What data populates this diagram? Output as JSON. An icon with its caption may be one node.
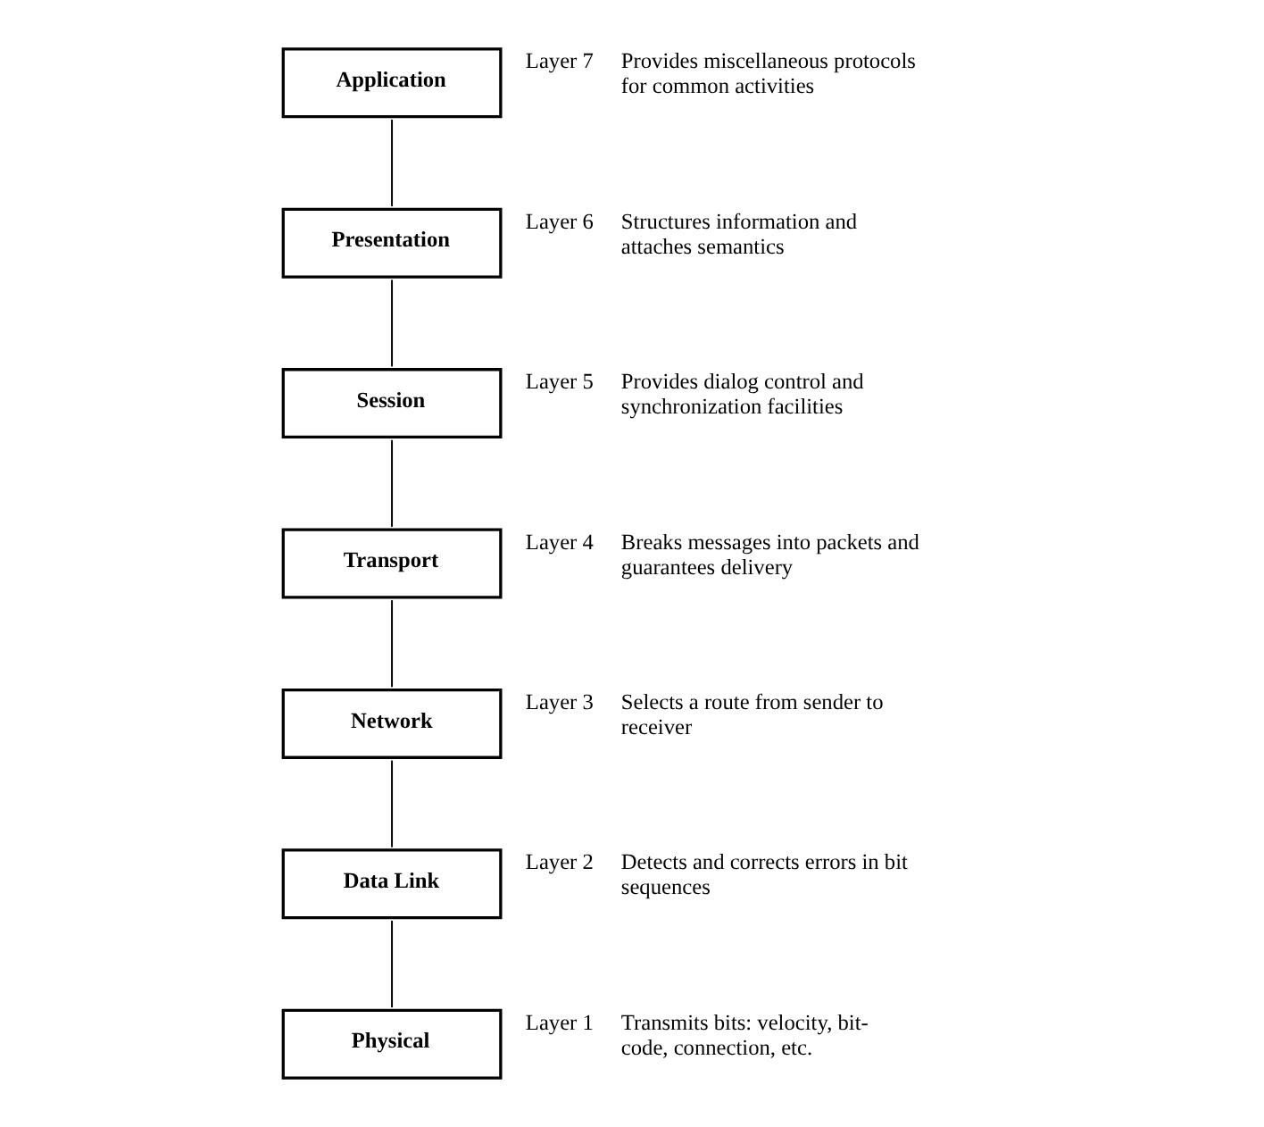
{
  "diagram": {
    "nodes": [
      {
        "text": [
          "Application"
        ],
        "beside": [
          "Layer 7",
          "Provides miscellaneous protocols for common activities"
        ]
      },
      {
        "text": [
          "Presentation"
        ],
        "beside": [
          "Layer 6",
          "Structures information and attaches semantics"
        ]
      },
      {
        "text": [
          "Session"
        ],
        "beside": [
          "Layer 5",
          "Provides dialog control and synchronization facilities"
        ]
      },
      {
        "text": [
          "Transport"
        ],
        "beside": [
          "Layer 4",
          "Breaks messages into packets and guarantees delivery"
        ]
      },
      {
        "text": [
          "Network"
        ],
        "beside": [
          "Layer 3",
          "Selects a route from sender to receiver"
        ]
      },
      {
        "text": [
          "Data Link"
        ],
        "beside": [
          "Layer 2",
          "Detects and corrects errors in bit sequences"
        ]
      },
      {
        "text": [
          "Physical"
        ],
        "beside": [
          "Layer 1",
          "Transmits bits: velocity, bit-code, connection, etc."
        ]
      }
    ],
    "edges": [
      {
        "from": 0,
        "to": 1,
        "arrow": "none"
      },
      {
        "from": 1,
        "to": 2,
        "arrow": "none"
      },
      {
        "from": 2,
        "to": 3,
        "arrow": "none"
      },
      {
        "from": 3,
        "to": 4,
        "arrow": "none"
      },
      {
        "from": 4,
        "to": 5,
        "arrow": "none"
      },
      {
        "from": 5,
        "to": 6,
        "arrow": "none"
      }
    ]
  }
}
